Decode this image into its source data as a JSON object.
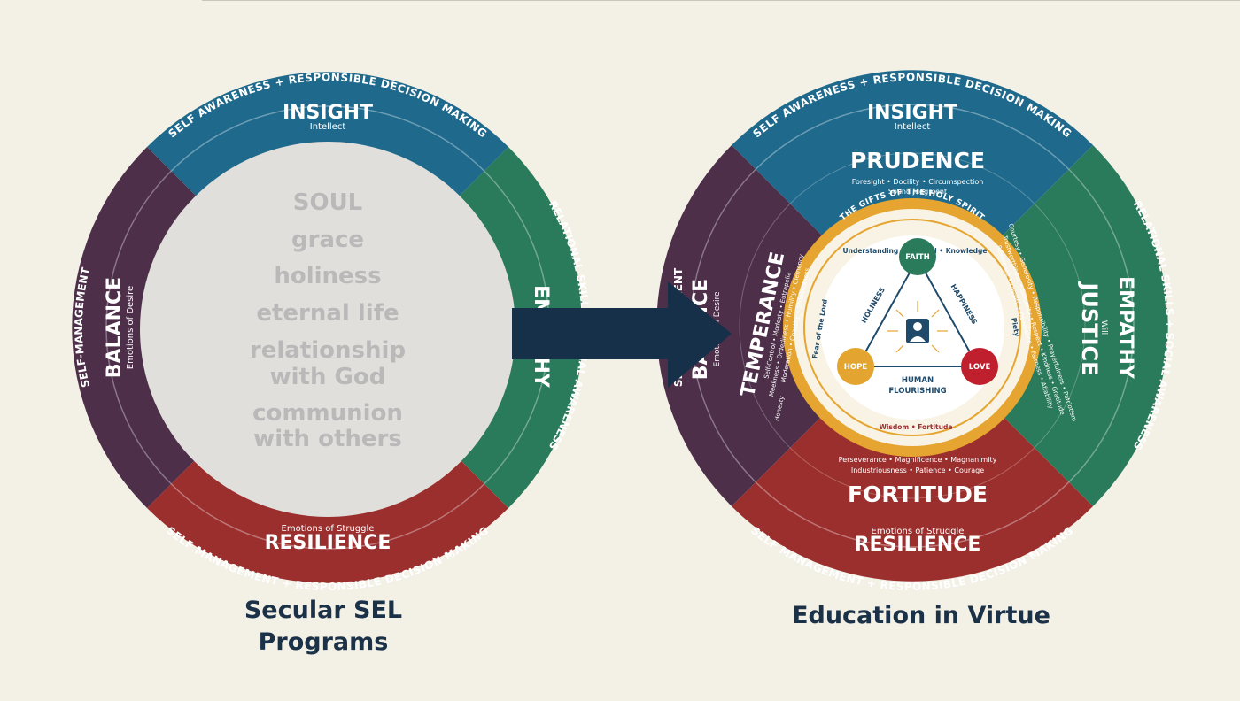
{
  "colors": {
    "background": "#f3f0e6",
    "insight_blue": "#1f6a8c",
    "empathy_green": "#2a7a5c",
    "balance_purple": "#4d2f4a",
    "resilience_red": "#9b2f2e",
    "inner_gray": "#e0dfdb",
    "soul_text": "#b9b9b9",
    "arrow": "#16304a",
    "gold": "#e6a530",
    "hope_gold": "#e3a52f",
    "faith_green": "#2a7a5c",
    "love_red": "#c0202e",
    "caption": "#1a3148"
  },
  "left_wheel": {
    "ring_top": "SELF AWARENESS + RESPONSIBLE DECISION MAKING",
    "ring_bottom": "SELF MANAGEMENT + RESPONSIBLE DECISION MAKING",
    "ring_left": "SELF-MANAGEMENT",
    "ring_right": "RELATIONAL SKILLS + SOCIAL AWARENESS",
    "insight": "INSIGHT",
    "insight_sub": "Intellect",
    "balance": "BALANCE",
    "balance_sub": "Emotions of Desire",
    "resilience": "RESILIENCE",
    "resilience_sub": "Emotions of Struggle",
    "empathy": "EMPATHY",
    "soul_lines": [
      "SOUL",
      "grace",
      "holiness",
      "eternal life",
      "relationship",
      "with God",
      "communion",
      "with others"
    ]
  },
  "right_wheel": {
    "ring_top": "SELF AWARENESS + RESPONSIBLE DECISION MAKING",
    "ring_bottom": "SELF MANAGEMENT + RESPONSIBLE DECISION MAKING",
    "ring_left": "SELF-MANAGEMENT",
    "ring_right": "RELATIONAL SKILLS + SOCIAL AWARENESS",
    "insight": "INSIGHT",
    "insight_sub": "Intellect",
    "prudence": "PRUDENCE",
    "prudence_sub1": "Foresight • Docility • Circumspection",
    "prudence_sub2": "Sound Judgment",
    "empathy": "EMPATHY",
    "empathy_sub": "Will",
    "justice": "JUSTICE",
    "justice_sub1": "Courtesy • Generosity • Responsibility • Prayerfulness • Patriotism",
    "justice_sub2": "Trustworthiness • Sincerity • Respect • Kindness • Gratitude",
    "justice_sub3": "Reverence • Loyalty • Obedience • Fairness • Affability",
    "balance": "BALANCE",
    "balance_sub": "Emotions of Desire",
    "temperance": "TEMPERANCE",
    "temperance_sub1": "Self-Control • Modesty • Eutrapelia",
    "temperance_sub2": "Meekness • Orderliness • Humility • Clemency",
    "temperance_sub3": "Moderation • Chastity • Studiousness",
    "temperance_sub4": "Honesty",
    "fortitude": "FORTITUDE",
    "fortitude_sub1": "Perseverance • Magnificence • Magnanimity",
    "fortitude_sub2": "Industriousness • Patience • Courage",
    "resilience": "RESILIENCE",
    "resilience_sub": "Emotions of Struggle",
    "gifts_title": "THE GIFTS OF THE HOLY SPIRIT",
    "gifts_top": "Understanding • Counsel • Knowledge",
    "gifts_left": "Fear of the Lord",
    "gifts_right": "Piety",
    "gifts_bottom": "Wisdom • Fortitude",
    "faith": "FAITH",
    "hope": "HOPE",
    "love": "LOVE",
    "holiness": "HOLINESS",
    "happiness": "HAPPINESS",
    "human_flourishing_1": "HUMAN",
    "human_flourishing_2": "FLOURISHING"
  },
  "captions": {
    "left_line1": "Secular SEL",
    "left_line2": "Programs",
    "right": "Education in Virtue"
  },
  "icons": [
    "arrow-right-icon",
    "person-icon"
  ]
}
